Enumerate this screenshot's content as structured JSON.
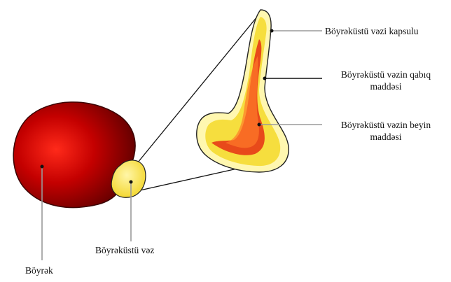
{
  "labels": {
    "capsule": "Böyrəküstü vəzi kapsulu",
    "cortex_line1": "Böyrəküstü vəzin qabıq",
    "cortex_line2": "maddəsi",
    "medulla_line1": "Böyrəküstü vəzin beyin",
    "medulla_line2": "maddəsi",
    "adrenal_gland": "Böyrəküstü vəz",
    "kidney": "Böyrək"
  },
  "colors": {
    "kidney_dark": "#5a0000",
    "kidney_mid": "#c40000",
    "kidney_light": "#ff2a1a",
    "capsule_fill": "#fff6a8",
    "cortex_fill": "#f7e046",
    "medulla_fill": "#e84a1a",
    "medulla_core": "#ff7a2a",
    "line": "#111111",
    "leader": "#999999"
  }
}
